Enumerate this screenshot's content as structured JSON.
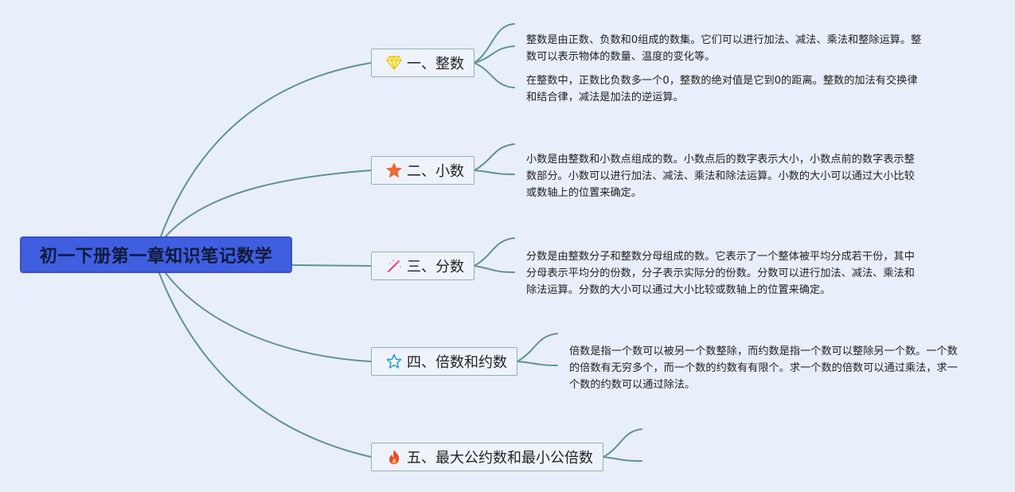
{
  "root": {
    "title": "初一下册第一章知识笔记数学"
  },
  "topics": [
    {
      "label": "一、整数",
      "icon": "gem-icon",
      "notes": [
        "整数是由正数、负数和0组成的数集。它们可以进行加法、减法、乘法和整除运算。整数可以表示物体的数量、温度的变化等。",
        "在整数中，正数比负数多一个0，整数的绝对值是它到0的距离。整数的加法有交换律和结合律，减法是加法的逆运算。"
      ]
    },
    {
      "label": "二、小数",
      "icon": "star-filled-icon",
      "notes": [
        "小数是由整数和小数点组成的数。小数点后的数字表示大小，小数点前的数字表示整数部分。小数可以进行加法、减法、乘法和除法运算。小数的大小可以通过大小比较或数轴上的位置来确定。"
      ]
    },
    {
      "label": "三、分数",
      "icon": "sparkle-icon",
      "notes": [
        "分数是由整数分子和整数分母组成的数。它表示了一个整体被平均分成若干份，其中分母表示平均分的份数，分子表示实际分的份数。分数可以进行加法、减法、乘法和除法运算。分数的大小可以通过大小比较或数轴上的位置来确定。"
      ]
    },
    {
      "label": "四、倍数和约数",
      "icon": "star-outline-icon",
      "notes": [
        "倍数是指一个数可以被另一个数整除，而约数是指一个数可以整除另一个数。一个数的倍数有无穷多个，而一个数的约数有有限个。求一个数的倍数可以通过乘法，求一个数的约数可以通过除法。"
      ]
    },
    {
      "label": "五、最大公约数和最小公倍数",
      "icon": "fire-icon",
      "notes": []
    }
  ],
  "colors": {
    "background": "#e9eefb",
    "root_fill": "#3f5fe0",
    "root_text": "#111a3a",
    "topic_border": "#8fb2b7",
    "connector": "#5f9490"
  }
}
